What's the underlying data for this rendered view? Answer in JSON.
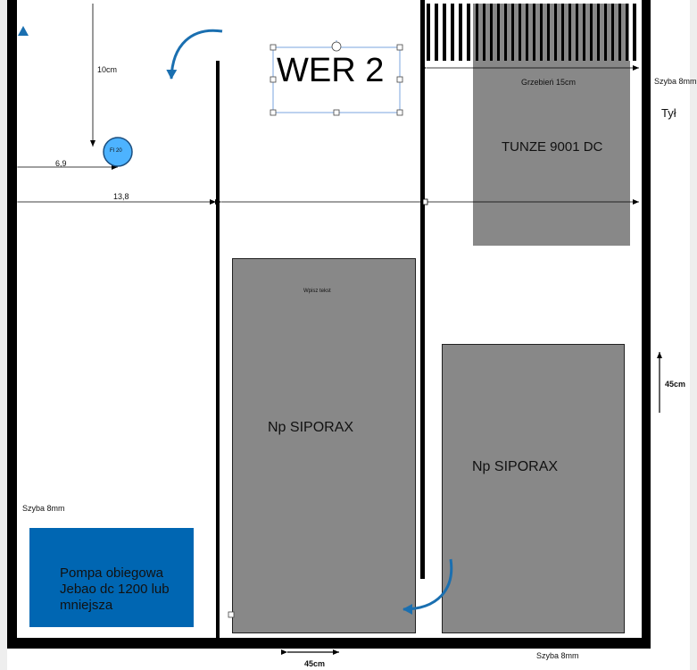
{
  "labels": {
    "wer": "WER 2",
    "grzebien": "Grzebień 15cm",
    "tunze": "TUNZE 9001 DC",
    "szyba_top_right": "Szyba 8mm",
    "tyl": "Tył",
    "dim_10cm": "10cm",
    "dim_69": "6,9",
    "dim_138": "13,8",
    "fi20": "FI 20",
    "wpisz": "Wpisz tekst",
    "siporax_1": "Np SIPORAX",
    "siporax_2": "Np SIPORAX",
    "dim_45_right": "45cm",
    "szyba_left": "Szyba 8mm",
    "pompa_line1": "Pompa obiegowa",
    "pompa_line2": "Jebao dc 1200 lub",
    "pompa_line3": "mniejsza",
    "dim_45_bottom": "45cm",
    "szyba_bottom": "Szyba 8mm"
  },
  "colors": {
    "wall": "#000000",
    "media_gray": "#888888",
    "pump_blue": "#0066b2",
    "arrow_blue": "#1a6fb0",
    "pipe_fill": "#4db3ff",
    "selection": "#5a8fd8"
  }
}
